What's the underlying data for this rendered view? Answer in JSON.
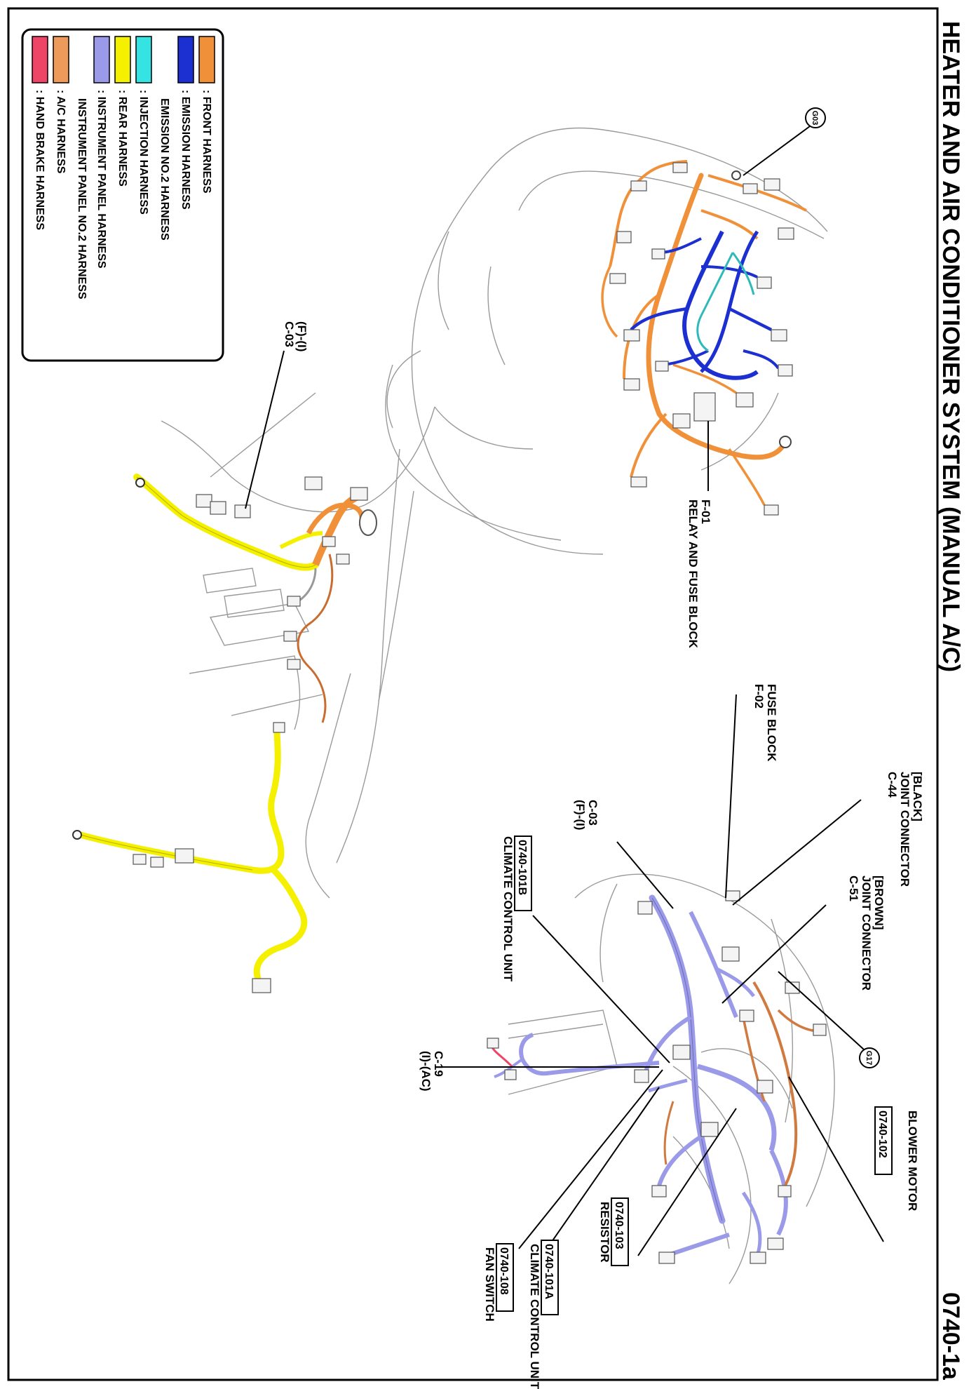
{
  "page": {
    "title": "HEATER AND AIR CONDITIONER SYSTEM (MANUAL A/C)",
    "page_number": "0740-1a"
  },
  "legend": {
    "items": [
      {
        "label": ": FRONT HARNESS",
        "color": "#f0913a"
      },
      {
        "label": ": EMISSION HARNESS",
        "color": "#1c2fd0"
      },
      {
        "label": "EMISSION NO.2 HARNESS",
        "color": ""
      },
      {
        "label": ": INJECTION HARNESS",
        "color": "#35e3e3"
      },
      {
        "label": ": REAR HARNESS",
        "color": "#f4f000"
      },
      {
        "label": ": INSTRUMENT PANEL HARNESS",
        "color": "#9a9ae8"
      },
      {
        "label": "INSTRUMENT PANEL NO.2 HARNESS",
        "color": ""
      },
      {
        "label": ": A/C HARNESS",
        "color": "#ee9a5a"
      },
      {
        "label": ": HAND BRAKE HARNESS",
        "color": "#ee4466"
      }
    ]
  },
  "ground_points": {
    "g03": "G03",
    "g17": "G17"
  },
  "callouts": {
    "f01": {
      "code": "F-01",
      "name": "RELAY AND FUSE BLOCK"
    },
    "f02": {
      "name": "FUSE BLOCK",
      "code": "F-02"
    },
    "c44": {
      "name1": "[BLACK]",
      "name2": "JOINT CONNECTOR",
      "code": "C-44"
    },
    "c51": {
      "name1": "[BROWN]",
      "name2": "JOINT CONNECTOR",
      "code": "C-51"
    },
    "c03_right": {
      "code": "C-03",
      "sub": "(F)-(I)"
    },
    "c03_left": {
      "sub": "(F)-(I)",
      "code": "C-03"
    },
    "c19": {
      "code": "C-19",
      "sub": "(I)-(AC)"
    },
    "u101b": {
      "ref": "0740-101B",
      "name": "CLIMATE CONTROL UNIT"
    },
    "u102": {
      "name": "BLOWER MOTOR",
      "ref": "0740-102"
    },
    "u103": {
      "ref": "0740-103",
      "name": "RESISTOR"
    },
    "u101a": {
      "ref": "0740-101A",
      "name": "CLIMATE CONTROL UNIT"
    },
    "u108": {
      "ref": "0740-108",
      "name": "FAN SWITCH"
    }
  }
}
